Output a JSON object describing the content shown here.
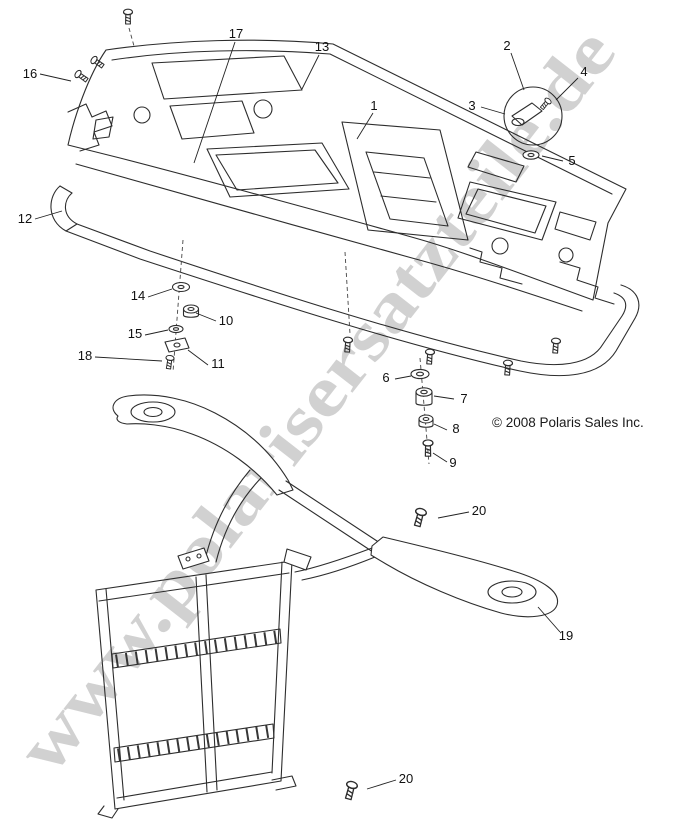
{
  "watermark": {
    "text": "www.polarisersatzteile.de",
    "color": "#c6c6c6"
  },
  "copyright": {
    "text": "© 2008 Polaris Sales Inc."
  },
  "drawing": {
    "line_color": "#2d2d2d"
  },
  "callouts": [
    {
      "label": "16"
    },
    {
      "label": "17"
    },
    {
      "label": "13"
    },
    {
      "label": "2"
    },
    {
      "label": "4"
    },
    {
      "label": "3"
    },
    {
      "label": "1"
    },
    {
      "label": "5"
    },
    {
      "label": "12"
    },
    {
      "label": "14"
    },
    {
      "label": "10"
    },
    {
      "label": "15"
    },
    {
      "label": "11"
    },
    {
      "label": "18"
    },
    {
      "label": "6"
    },
    {
      "label": "7"
    },
    {
      "label": "8"
    },
    {
      "label": "9"
    },
    {
      "label": "20"
    },
    {
      "label": "19"
    },
    {
      "label": "20"
    }
  ]
}
